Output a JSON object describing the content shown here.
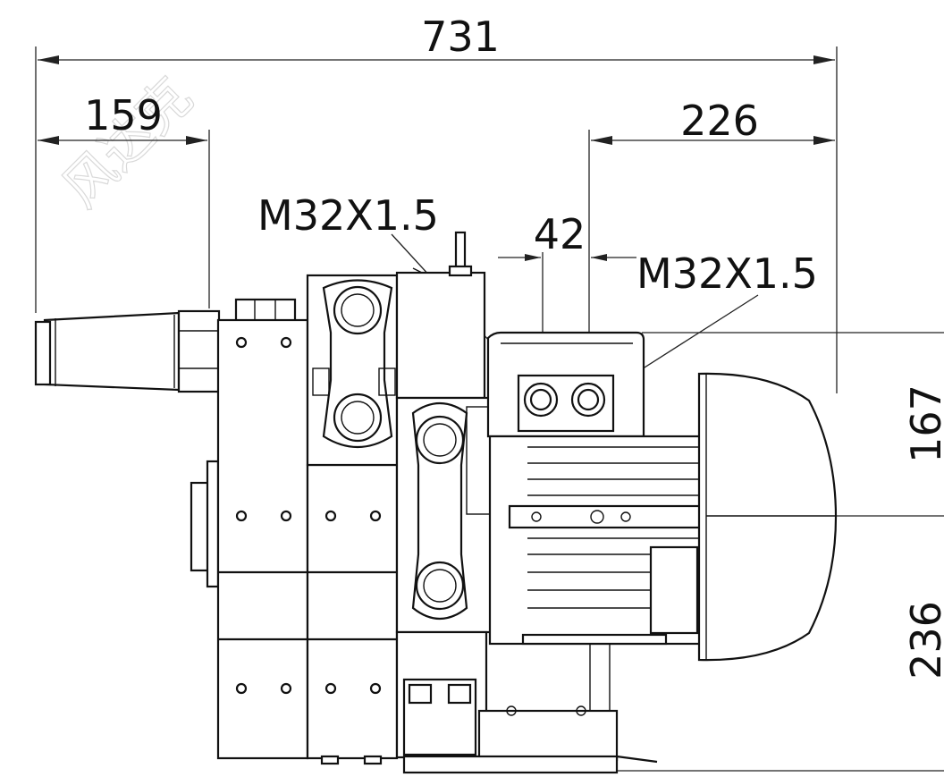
{
  "watermark": "风达克",
  "dimensions": {
    "overall_length": "731",
    "left_extension": "159",
    "right_section": "226",
    "port_spacing": "42",
    "upper_height": "167",
    "lower_height": "236"
  },
  "ports": {
    "inlet_thread": "M32X1.5",
    "outlet_thread": "M32X1.5"
  }
}
